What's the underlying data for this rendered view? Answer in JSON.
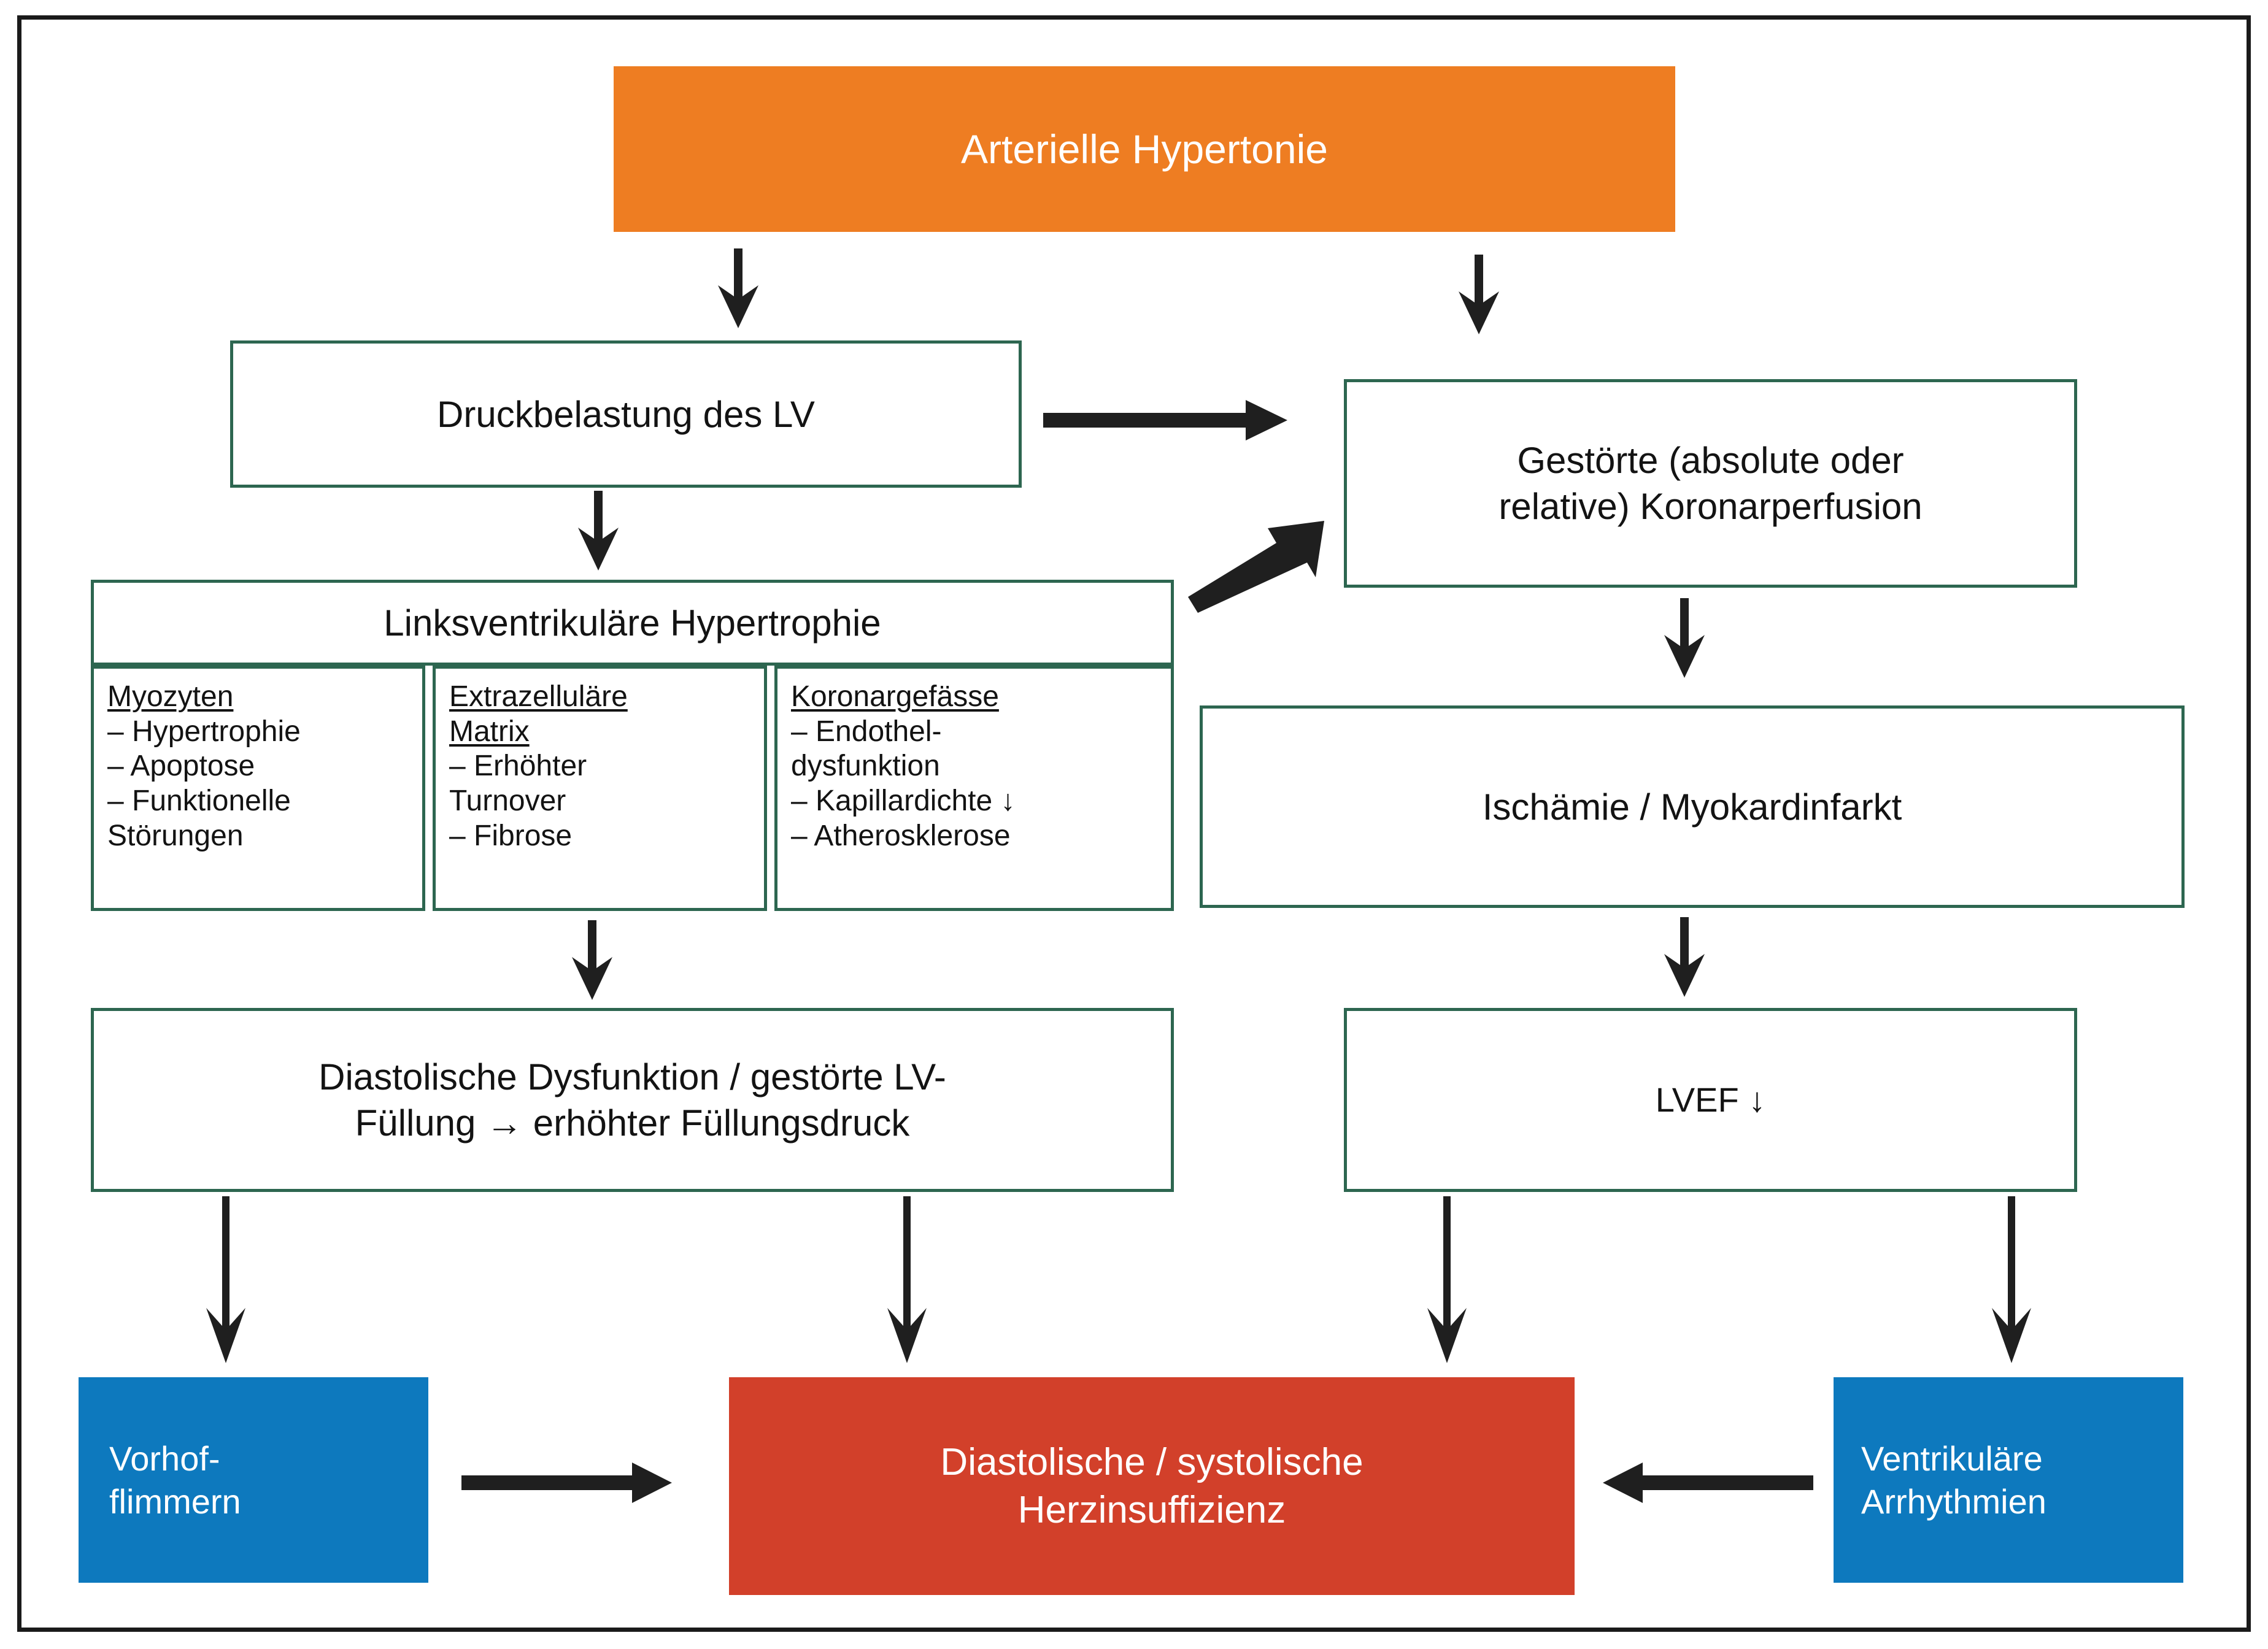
{
  "diagram": {
    "title_box": {
      "label": "Arterielle Hypertonie",
      "color": "#ee7d22"
    },
    "nodes": {
      "druckbelastung": {
        "label": "Druckbelastung des LV"
      },
      "koronarperfusion": {
        "label": "Gestörte (absolute oder\nrelative) Koronarperfusion"
      },
      "lvh": {
        "label": "Linksventrikuläre Hypertrophie"
      },
      "ischaemie": {
        "label": "Ischämie / Myokardinfarkt"
      },
      "diast_dysfunktion": {
        "label": "Diastolische Dysfunktion / gestörte LV-\nFüllung → erhöhter Füllungsdruck"
      },
      "lvef": {
        "label": "LVEF ↓"
      },
      "vorhofflimmern": {
        "label": "Vorhof-\nflimmern",
        "color": "#0d79be"
      },
      "herzinsuffizienz": {
        "label": "Diastolische / systolische\nHerzinsuffizienz",
        "color": "#d2402a"
      },
      "ventrikulaere_arrhythmien": {
        "label": "Ventrikuläre\nArrhythmien",
        "color": "#0d79be"
      }
    },
    "lvh_columns": [
      {
        "heading": "Myozyten",
        "items": [
          "– Hypertrophie",
          "– Apoptose",
          "– Funktionelle\n   Störungen"
        ]
      },
      {
        "heading": "Extrazelluläre\nMatrix",
        "items": [
          "– Erhöhter\n   Turnover",
          "– Fibrose"
        ]
      },
      {
        "heading": "Koronargefässe",
        "items": [
          "– Endothel-\n   dysfunktion",
          "– Kapillardichte ↓",
          "– Atherosklerose"
        ]
      }
    ],
    "colors": {
      "border_green": "#2d6650",
      "frame_black": "#1a1a1a",
      "arrow_black": "#1f1f1f",
      "orange": "#ee7d22",
      "red": "#d2402a",
      "blue": "#0d79be"
    }
  }
}
